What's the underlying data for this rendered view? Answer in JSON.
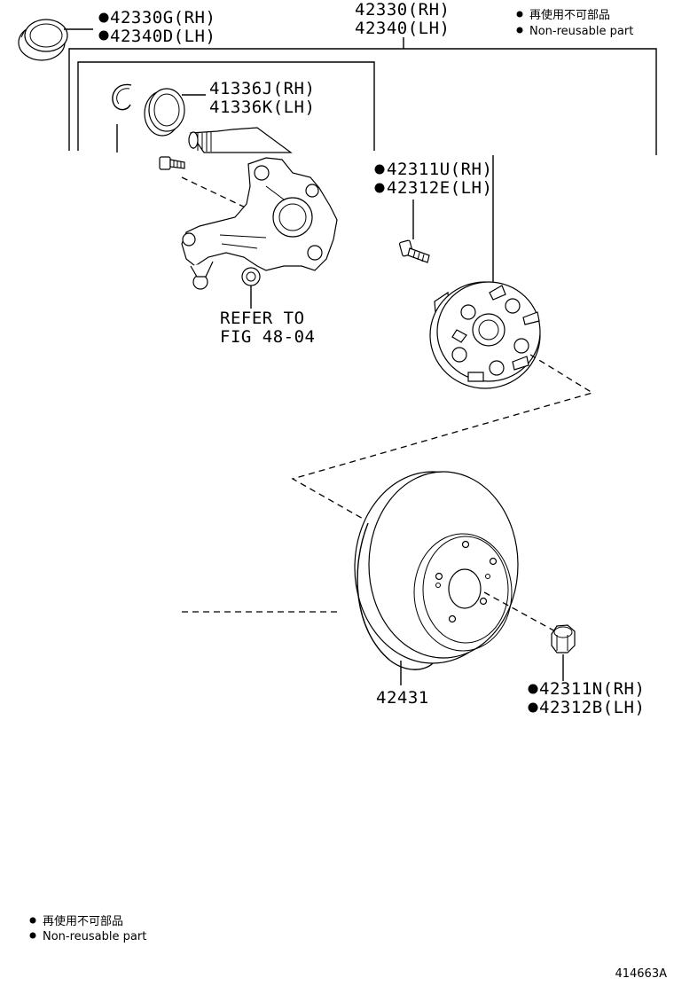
{
  "callouts": {
    "seal_g": "42330G(RH)",
    "seal_d": "42340D(LH)",
    "hub_rh": "42330(RH)",
    "hub_lh": "42340(LH)",
    "snap_j": "41336J(RH)",
    "snap_k": "41336K(LH)",
    "bolt_u": "42311U(RH)",
    "bolt_e": "42312E(LH)",
    "refer_line1": "REFER TO",
    "refer_line2": "FIG 48-04",
    "disc": "42431",
    "nut_n": "42311N(RH)",
    "nut_b": "42312B(LH)"
  },
  "legend_top": {
    "jp": "再使用不可部品",
    "en": "Non-reusable part"
  },
  "legend_bottom": {
    "jp": "再使用不可部品",
    "en": "Non-reusable part"
  },
  "figure_id": "414663A"
}
